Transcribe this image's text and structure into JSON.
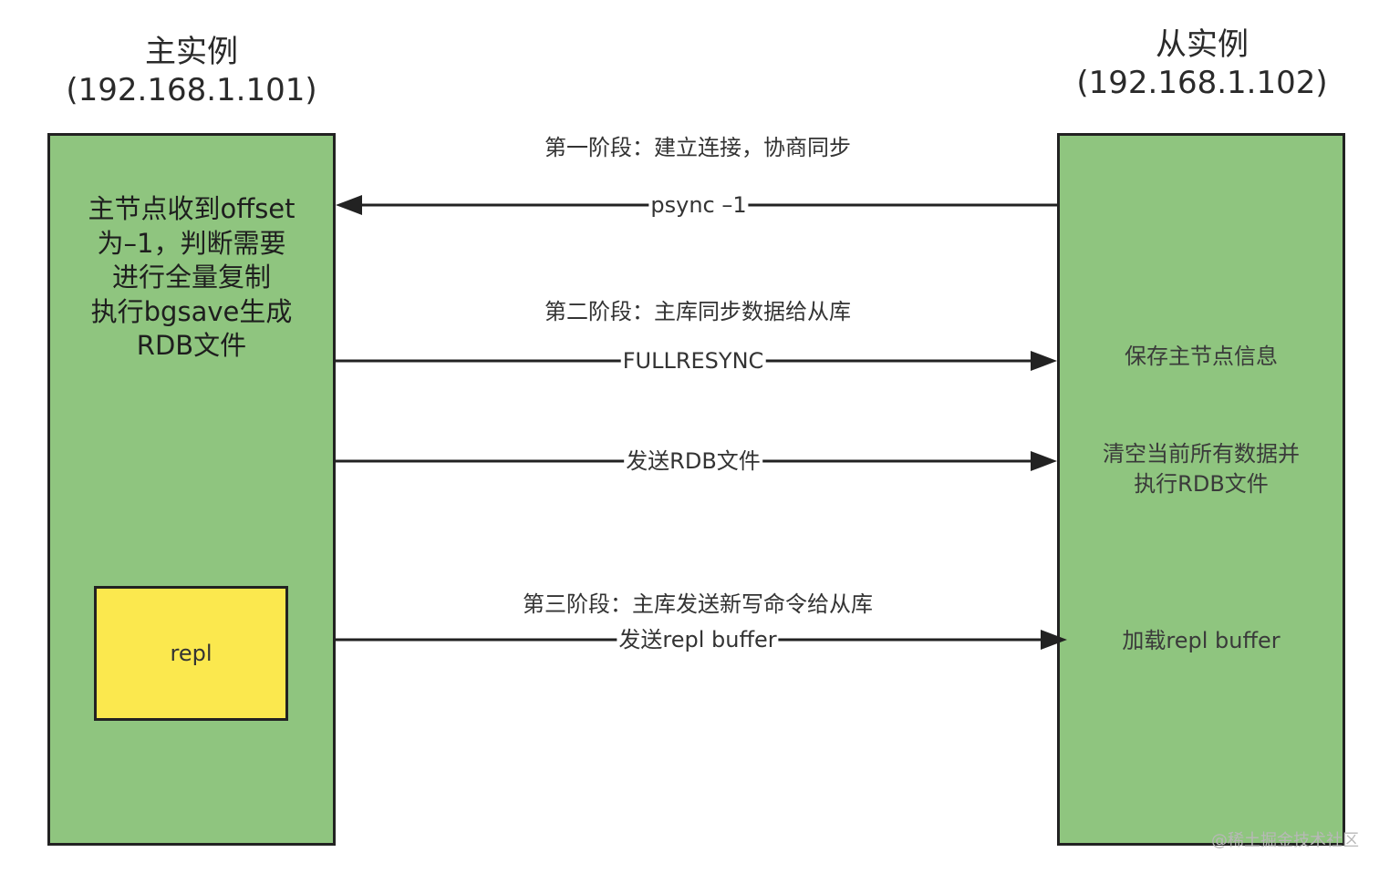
{
  "master": {
    "title": "主实例",
    "ip": "(192.168.1.101)",
    "note_lines": [
      "主节点收到offset",
      "为–1，判断需要",
      "进行全量复制",
      "执行bgsave生成",
      "RDB文件"
    ],
    "buffer_label": "repl"
  },
  "slave": {
    "title": "从实例",
    "ip": "(192.168.1.102)",
    "save_info": "保存主节点信息",
    "clear_lines": [
      "清空当前所有数据并",
      "执行RDB文件"
    ],
    "load_buffer": "加载repl buffer"
  },
  "phases": {
    "phase1": "第一阶段：建立连接，协商同步",
    "phase2": "第二阶段：主库同步数据给从库",
    "phase3": "第三阶段：主库发送新写命令给从库"
  },
  "messages": {
    "psync": "psync –1",
    "fullresync": "FULLRESYNC",
    "send_rdb": "发送RDB文件",
    "send_repl": "发送repl buffer"
  },
  "colors": {
    "node_fill": "#8fc57f",
    "buffer_fill": "#fbe84e",
    "stroke": "#222222"
  },
  "watermark": "@稀土掘金技术社区"
}
